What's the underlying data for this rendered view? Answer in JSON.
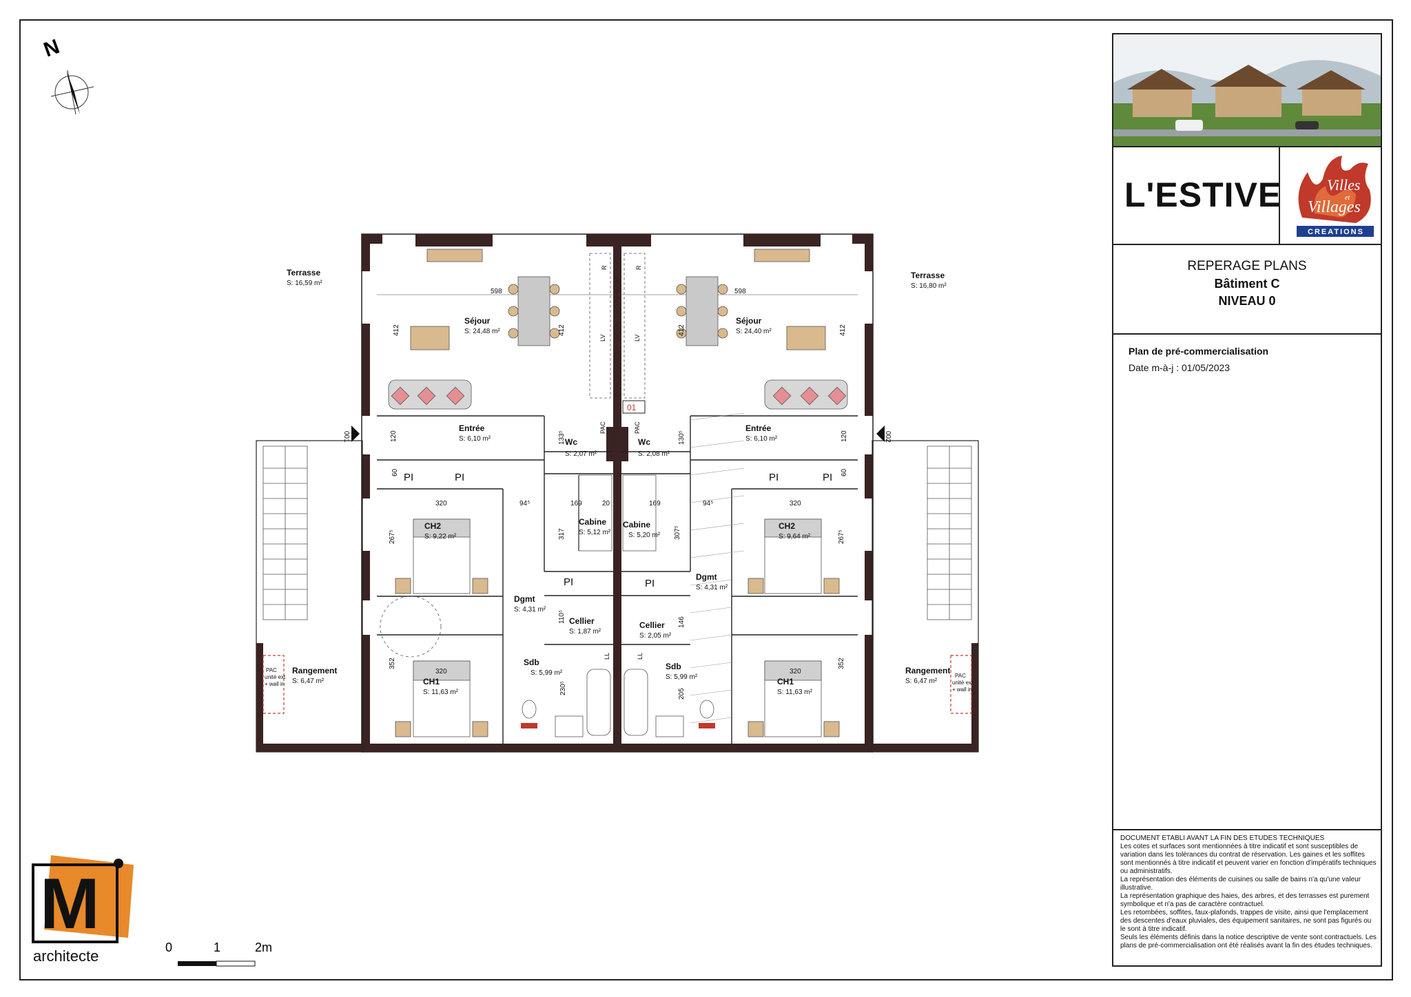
{
  "project": {
    "title": "L'ESTIVE",
    "logo_lines": [
      "Villes",
      "et",
      "Villages",
      "CREATIONS"
    ]
  },
  "reperage": {
    "line1": "REPERAGE PLANS",
    "line2": "Bâtiment C",
    "line3": "NIVEAU 0"
  },
  "plan_info": {
    "title": "Plan de pré-commercialisation",
    "date": "Date m-à-j : 01/05/2023"
  },
  "notes": [
    "DOCUMENT ETABLI AVANT LA FIN DES ETUDES TECHNIQUES",
    "Les cotes et surfaces sont mentionnées à titre indicatif et sont susceptibles de variation dans les tolérances du contrat de réservation. Les gaines et les soffites sont mentionnés à titre indicatif et peuvent varier en fonction d'impératifs techniques ou administratifs.",
    "La représentation des éléments de cuisines ou salle de bains n'a qu'une valeur illustrative.",
    "La représentation graphique des haies, des arbres, et des terrasses est purement symbolique et n'a pas de caractère contractuel.",
    "Les retombées, soffites, faux-plafonds, trappes de visite, ainsi que l'emplacement des descentes d'eaux pluviales, des équipement sanitaires, ne sont pas figurés ou le sont à titre indicatif.",
    "Seuls les éléments définis dans la notice descriptive de vente sont contractuels. Les plans de pré-commercialisation ont été réalisés avant la fin des études techniques."
  ],
  "compass": {
    "north": "N"
  },
  "architect": {
    "name": "architecte",
    "mark": "M"
  },
  "scale": {
    "labels": [
      "0",
      "1",
      "2m"
    ]
  },
  "rooms_left": {
    "terrasse": {
      "name": "Terrasse",
      "area": "S: 16,59 m²"
    },
    "sejour": {
      "name": "Séjour",
      "area": "S: 24,48 m²"
    },
    "entree": {
      "name": "Entrée",
      "area": "S: 6,10 m²"
    },
    "wc": {
      "name": "Wc",
      "area": "S: 2,07 m²"
    },
    "cabine": {
      "name": "Cabine",
      "area": "S: 5,12 m²"
    },
    "ch2": {
      "name": "CH2",
      "area": "S: 9,22 m²"
    },
    "dgmt": {
      "name": "Dgmt",
      "area": "S: 4,31 m²"
    },
    "cellier": {
      "name": "Cellier",
      "area": "S: 1,87 m²"
    },
    "sdb": {
      "name": "Sdb",
      "area": "S: 5,99 m²"
    },
    "ch1": {
      "name": "CH1",
      "area": "S: 11,63 m²"
    },
    "rangement": {
      "name": "Rangement",
      "area": "S: 6,47 m²"
    },
    "door": "001"
  },
  "rooms_right": {
    "terrasse": {
      "name": "Terrasse",
      "area": "S: 16,80 m²"
    },
    "sejour": {
      "name": "Séjour",
      "area": "S: 24,40 m²"
    },
    "entree": {
      "name": "Entrée",
      "area": "S: 6,10 m²"
    },
    "wc": {
      "name": "Wc",
      "area": "S: 2,08 m²"
    },
    "cabine": {
      "name": "Cabine",
      "area": "S: 5,20 m²"
    },
    "ch2": {
      "name": "CH2",
      "area": "S: 9,64 m²"
    },
    "dgmt": {
      "name": "Dgmt",
      "area": "S: 4,31 m²"
    },
    "cellier": {
      "name": "Cellier",
      "area": "S: 2,05 m²"
    },
    "sdb": {
      "name": "Sdb",
      "area": "S: 5,99 m²"
    },
    "ch1": {
      "name": "CH1",
      "area": "S: 11,63 m²"
    },
    "rangement": {
      "name": "Rangement",
      "area": "S: 6,47 m²"
    },
    "door": "002"
  },
  "labels": {
    "pl": "PI",
    "pac": "PAC",
    "pac_box": [
      "PAC",
      "unité ext",
      "+ wall in"
    ],
    "lv": "LV",
    "ll": "LL",
    "r": "R",
    "unit": "01"
  },
  "dims": {
    "d598": "598",
    "d412": "412",
    "d120": "120",
    "d60": "60",
    "d320": "320",
    "d267": "267⁵",
    "d352": "352",
    "d169": "169",
    "d20": "20",
    "d317": "317",
    "d307": "307⁵",
    "d94": "94⁵",
    "d110": "110⁵",
    "d146": "146",
    "d230": "230⁵",
    "d205": "205",
    "d133": "133⁵",
    "d130": "130⁵"
  },
  "colors": {
    "wall": "#3a2323",
    "line": "#222222",
    "sofa": "#d7d7d7",
    "cushion": "#e58f95",
    "table": "#c9c9c9",
    "wood": "#d9b98e",
    "orange": "#e8892a",
    "logo_red": "#c0392b",
    "logo_blue": "#1f3f8f"
  }
}
